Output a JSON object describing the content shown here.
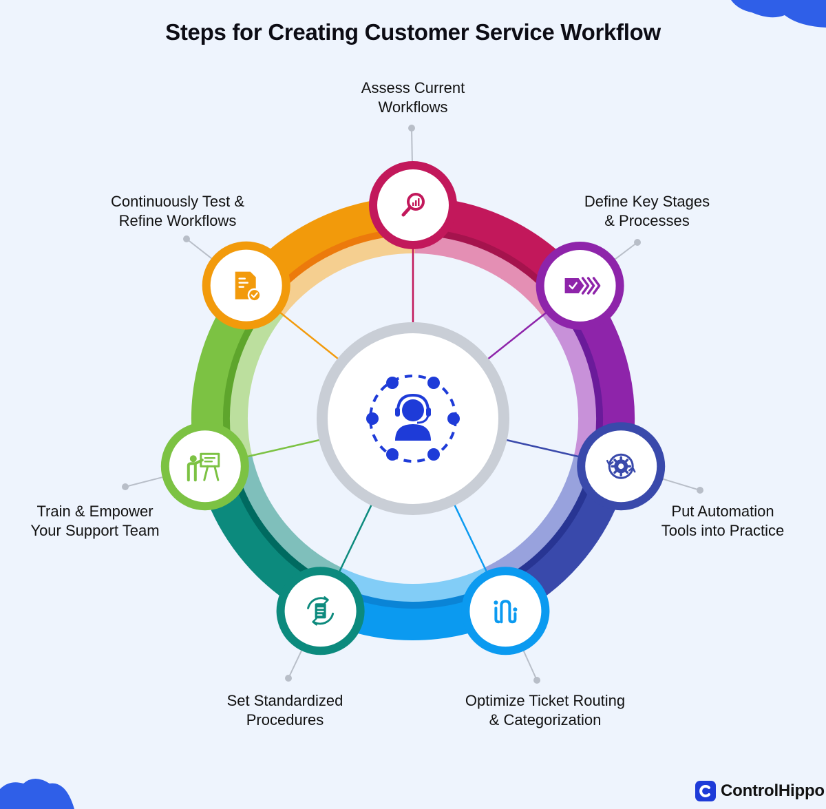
{
  "title": "Steps for Creating Customer Service Workflow",
  "steps": [
    {
      "label": "Assess Current\nWorkflows",
      "icon": "magnifier-chart-icon",
      "color": "#c2185b",
      "dark": "#a5134d",
      "light": "#e48fb4"
    },
    {
      "label": "Define Key Stages\n& Processes",
      "icon": "stage-arrows-icon",
      "color": "#8e24aa",
      "dark": "#6a1b9a",
      "light": "#c891d9"
    },
    {
      "label": "Put Automation\nTools into Practice",
      "icon": "automation-gear-icon",
      "color": "#3949ab",
      "dark": "#283593",
      "light": "#98a2dd"
    },
    {
      "label": "Optimize Ticket Routing\n& Categorization",
      "icon": "routing-path-icon",
      "color": "#0b9af0",
      "dark": "#0a84d6",
      "light": "#82cdf7"
    },
    {
      "label": "Set Standardized\nProcedures",
      "icon": "document-cycle-icon",
      "color": "#0c8a7d",
      "dark": "#006a60",
      "light": "#7fbfbb"
    },
    {
      "label": "Train & Empower\nYour Support Team",
      "icon": "trainer-board-icon",
      "color": "#7cc243",
      "dark": "#5ea52c",
      "light": "#bcdf9e"
    },
    {
      "label": "Continuously Test &\nRefine Workflows",
      "icon": "checklist-document-icon",
      "color": "#f29a0b",
      "dark": "#ec7a0c",
      "light": "#f5cf90"
    }
  ],
  "center_icon": "customer-support-agent-icon",
  "brand": {
    "name": "ControlHippo",
    "icon": "controlhippo-logo-icon",
    "color": "#1e3bd8"
  }
}
